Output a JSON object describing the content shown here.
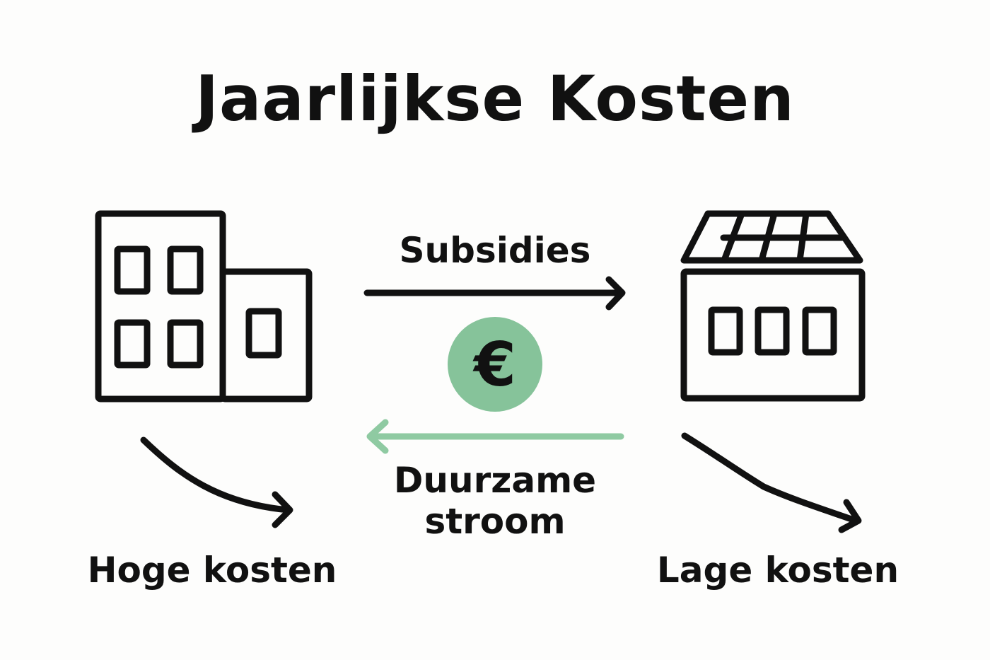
{
  "title": "Jaarlijkse Kosten",
  "flows": {
    "subsidies_label": "Subsidies",
    "green_energy_label_line1": "Duurzame",
    "green_energy_label_line2": "stroom"
  },
  "buildings": {
    "conventional_label": "Hoge kosten",
    "solar_label": "Lage kosten"
  },
  "coin": {
    "symbol": "€"
  },
  "colors": {
    "ink": "#111111",
    "green_arrow": "#8fcaa2",
    "coin_fill": "#86c39a"
  },
  "icons": {
    "left": "office-building-icon",
    "right": "solar-house-icon",
    "center": "euro-coin-icon"
  }
}
